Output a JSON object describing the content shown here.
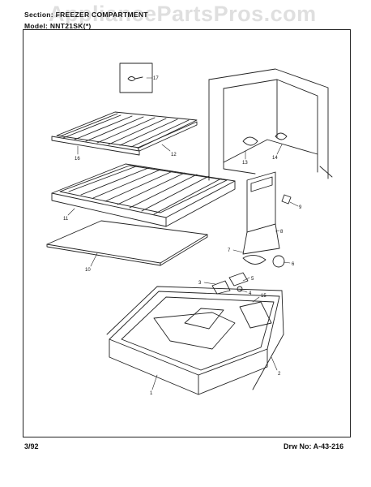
{
  "header": {
    "section_label": "Section:",
    "section_value": "FREEZER COMPARTMENT",
    "model_label": "Model:",
    "model_value": "NNT21SK(*)"
  },
  "watermark": "AppliancePartsPros.com",
  "footer": {
    "date": "3/92",
    "drawing_number": "Drw No: A-43-216"
  },
  "callouts": {
    "c1": "1",
    "c2": "2",
    "c3": "3",
    "c4": "4",
    "c5": "5",
    "c6": "6",
    "c7": "7",
    "c8": "8",
    "c9": "9",
    "c10": "10",
    "c11": "11",
    "c12": "12",
    "c13": "13",
    "c14": "14",
    "c15": "15",
    "c16": "16",
    "c17": "17"
  }
}
